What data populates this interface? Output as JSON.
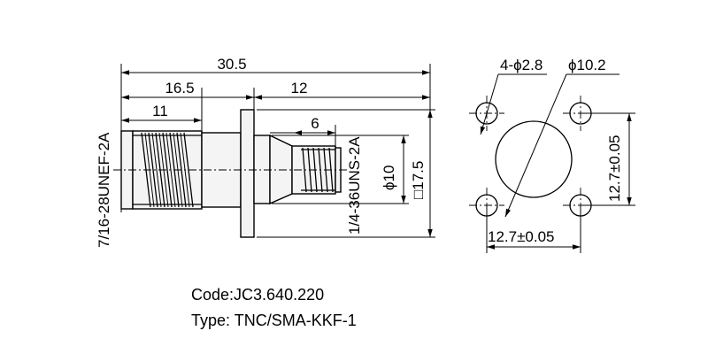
{
  "title_block": {
    "code": "Code:JC3.640.220",
    "type": "Type: TNC/SMA-KKF-1"
  },
  "side_view": {
    "dim_overall_length": "30.5",
    "dim_left_length": "16.5",
    "dim_right_length": "12",
    "dim_thread_left": "11",
    "dim_thread_right": "6",
    "label_thread_left": "7/16-28UNEF-2A",
    "label_thread_right": "1/4-36UNS-2A",
    "dim_diameter": "ϕ10",
    "dim_square": "□17.5"
  },
  "front_view": {
    "dim_holes": "4-ϕ2.8",
    "dim_center_diameter": "ϕ10.2",
    "dim_vertical_spacing": "12.7±0.05",
    "dim_horizontal_spacing": "12.7±0.05"
  }
}
